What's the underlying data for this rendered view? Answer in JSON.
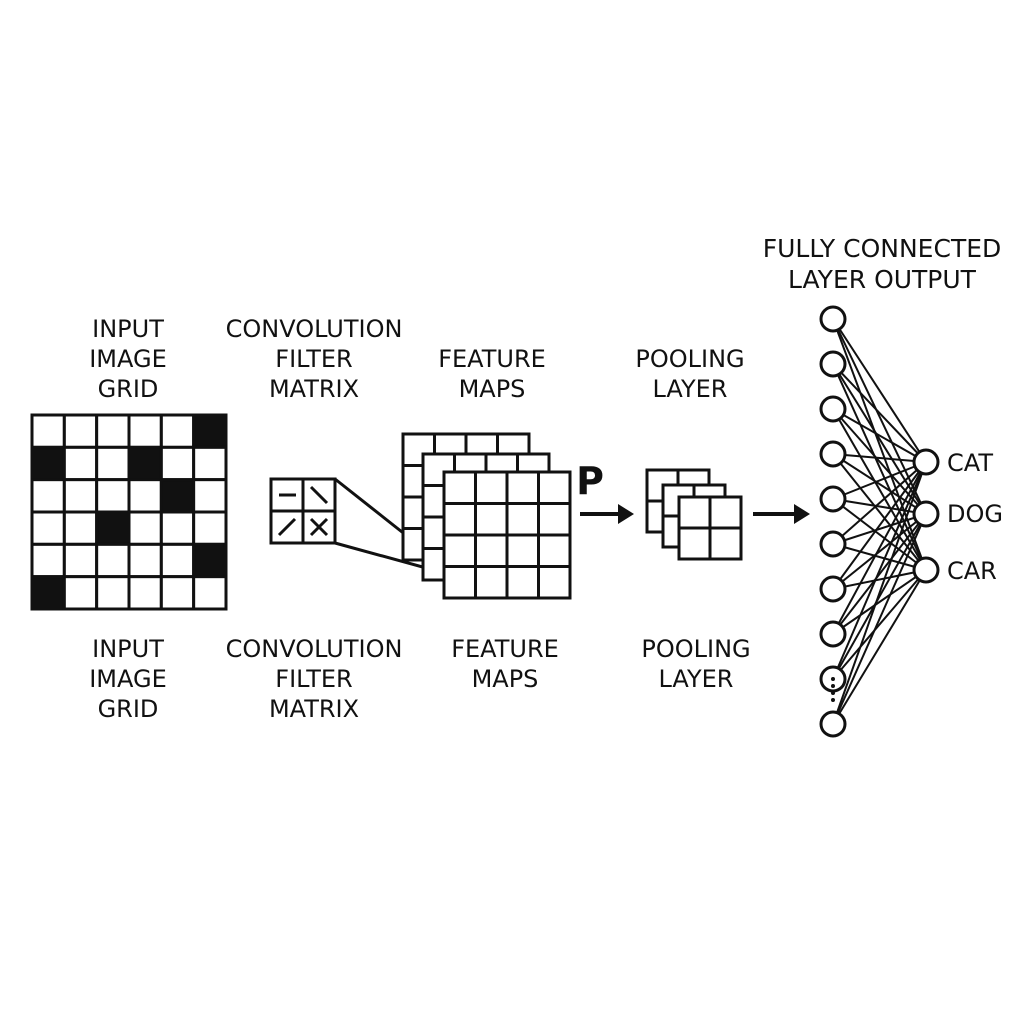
{
  "labels": {
    "input_top": [
      "INPUT",
      "IMAGE",
      "GRID"
    ],
    "conv_top": [
      "CONVOLUTION",
      "FILTER",
      "MATRIX"
    ],
    "feature_top": [
      "FEATURE",
      "MAPS"
    ],
    "pooling_top": [
      "POOLING",
      "LAYER"
    ],
    "input_bottom": [
      "INPUT",
      "IMAGE",
      "GRID"
    ],
    "conv_bottom": [
      "CONVOLUTION",
      "FILTER",
      "MATRIX"
    ],
    "feature_bottom": [
      "FEATURE",
      "MAPS"
    ],
    "pooling_bottom": [
      "POOLING",
      "LAYER"
    ],
    "fc_title": [
      "FULLY CONNECTED",
      "LAYER OUTPUT"
    ],
    "pool_arrow_mark": "P"
  },
  "input_grid": {
    "cells": [
      [
        0,
        0,
        0,
        0,
        0,
        1
      ],
      [
        1,
        0,
        0,
        1,
        0,
        0
      ],
      [
        0,
        0,
        0,
        0,
        1,
        0
      ],
      [
        0,
        0,
        1,
        0,
        0,
        0
      ],
      [
        0,
        0,
        0,
        0,
        0,
        1
      ],
      [
        1,
        0,
        0,
        0,
        0,
        0
      ]
    ]
  },
  "filter_symbols": [
    "—",
    "\\",
    "/",
    "X"
  ],
  "fc": {
    "input_nodes": 10,
    "outputs": [
      "CAT",
      "DOG",
      "CAR"
    ]
  }
}
